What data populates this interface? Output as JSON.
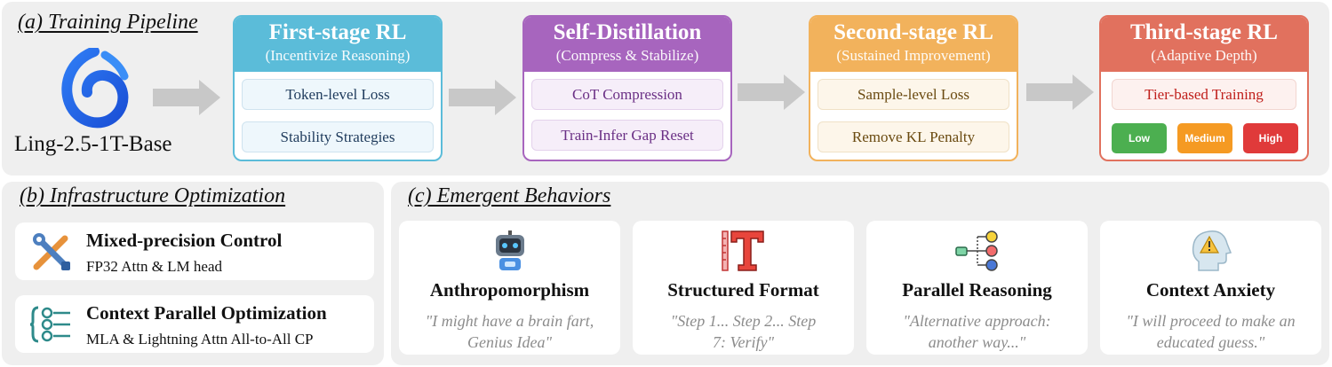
{
  "pipeline": {
    "section_title": "(a) Training Pipeline",
    "base_model": "Ling-2.5-1T-Base",
    "stages": [
      {
        "title": "First-stage RL",
        "subtitle": "(Incentivize Reasoning)",
        "items": [
          "Token-level Loss",
          "Stability Strategies"
        ],
        "color": "#5bbcd9",
        "text_color": "#1f3b5c"
      },
      {
        "title": "Self-Distillation",
        "subtitle": "(Compress & Stabilize)",
        "items": [
          "CoT Compression",
          "Train-Infer Gap Reset"
        ],
        "color": "#a765be",
        "text_color": "#6a2f85"
      },
      {
        "title": "Second-stage RL",
        "subtitle": "(Sustained Improvement)",
        "items": [
          "Sample-level Loss",
          "Remove KL Penalty"
        ],
        "color": "#f2b25c",
        "text_color": "#6a4a10"
      },
      {
        "title": "Third-stage RL",
        "subtitle": "(Adaptive Depth)",
        "items": [
          "Tier-based Training"
        ],
        "color": "#e1715e",
        "text_color": "#c0201c"
      }
    ],
    "tiers": [
      {
        "label": "Low",
        "color": "#4caf50"
      },
      {
        "label": "Medium",
        "color": "#f59a23"
      },
      {
        "label": "High",
        "color": "#e03a3a"
      }
    ]
  },
  "infrastructure": {
    "section_title": "(b) Infrastructure Optimization",
    "items": [
      {
        "title": "Mixed-precision Control",
        "subtitle": "FP32 Attn & LM head",
        "icon": "wrench-screwdriver-icon"
      },
      {
        "title": "Context Parallel Optimization",
        "subtitle": "MLA & Lightning Attn All-to-All CP",
        "icon": "gear-network-icon"
      }
    ]
  },
  "behaviors": {
    "section_title": "(c) Emergent Behaviors",
    "items": [
      {
        "title": "Anthropomorphism",
        "quote_line1": "\"I might have a brain fart,",
        "quote_line2": "Genius Idea\"",
        "icon": "robot-icon"
      },
      {
        "title": "Structured Format",
        "quote_line1": "\"Step 1... Step 2... Step",
        "quote_line2": "7: Verify\"",
        "icon": "typography-icon"
      },
      {
        "title": "Parallel Reasoning",
        "quote_line1": "\"Alternative approach:",
        "quote_line2": "another way...\"",
        "icon": "branching-icon"
      },
      {
        "title": "Context Anxiety",
        "quote_line1": "\"I will proceed to make an",
        "quote_line2": "educated guess.\"",
        "icon": "anxious-head-icon"
      }
    ]
  }
}
